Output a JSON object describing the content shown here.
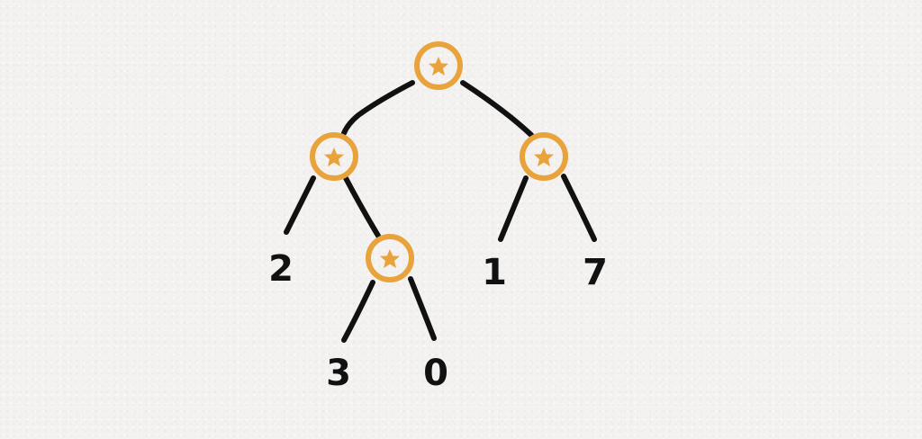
{
  "diagram": {
    "colors": {
      "node": "#e8a33c",
      "edge": "#111111",
      "label": "#111111"
    },
    "node_icon": "star-icon",
    "leaves": {
      "left": "2",
      "mid_left": "3",
      "mid_right": "0",
      "right_left": "1",
      "right_right": "7"
    }
  }
}
